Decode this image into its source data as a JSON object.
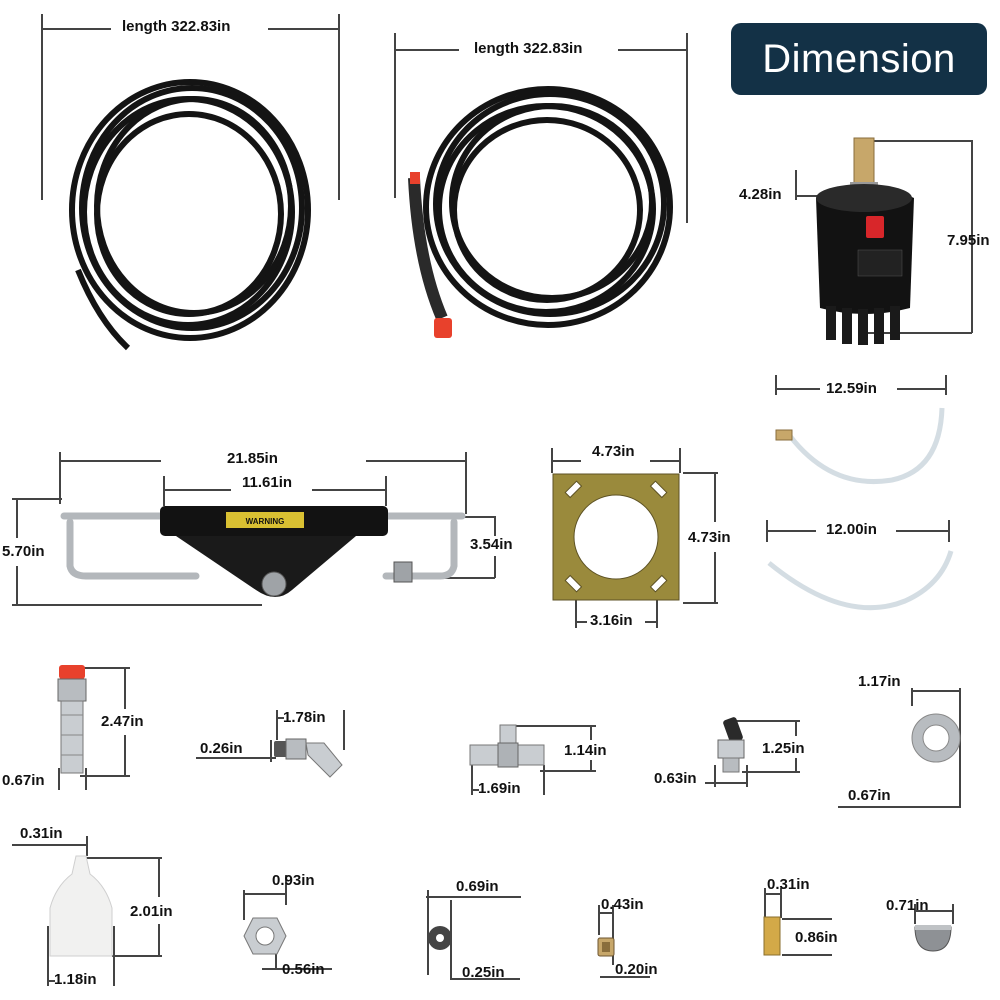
{
  "badge": {
    "title": "Dimension"
  },
  "colors": {
    "badge_bg": "#133146",
    "hose": "#141414",
    "metal": "#a9adb2",
    "plate": "#9a8a3c",
    "fitting_cap": "#e8412c"
  },
  "items": {
    "hose_1": {
      "length": "length 322.83in"
    },
    "hose_2": {
      "length": "length 322.83in"
    },
    "helm_pump": {
      "shaft": "4.28in",
      "height": "7.95in"
    },
    "cylinder": {
      "overall": "21.85in",
      "body": "11.61in",
      "width": "5.70in",
      "height": "3.54in"
    },
    "mount_plate": {
      "width": "4.73in",
      "height": "4.73in",
      "hole": "3.16in"
    },
    "tube_1": {
      "length": "12.59in"
    },
    "tube_2": {
      "length": "12.00in"
    },
    "hose_fitting": {
      "length": "2.47in",
      "diameter": "0.67in"
    },
    "elbow_fitting": {
      "length": "1.78in",
      "thread": "0.26in"
    },
    "tee_fitting": {
      "height": "1.14in",
      "width": "1.69in"
    },
    "bleed_valve": {
      "height": "1.25in",
      "width": "0.63in"
    },
    "washer_large": {
      "outer": "1.17in",
      "inner": "0.67in"
    },
    "oil_bottle_cap": {
      "tip": "0.31in",
      "height": "2.01in",
      "width": "1.18in"
    },
    "nut": {
      "width": "0.93in",
      "height": "0.56in"
    },
    "washer_small": {
      "outer": "0.69in",
      "thickness": "0.25in"
    },
    "small_fitting": {
      "width": "0.43in",
      "height": "0.20in"
    },
    "pin": {
      "width": "0.31in",
      "height": "0.86in"
    },
    "cap": {
      "width": "0.71in"
    }
  }
}
